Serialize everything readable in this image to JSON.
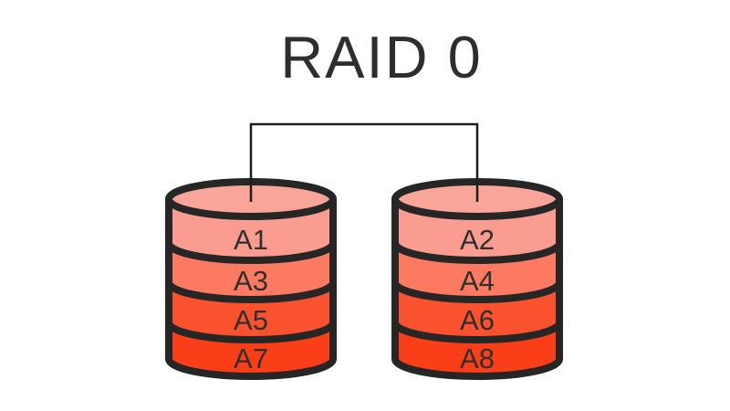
{
  "title": "RAID 0",
  "disks": [
    {
      "blocks": [
        "A1",
        "A3",
        "A5",
        "A7"
      ]
    },
    {
      "blocks": [
        "A2",
        "A4",
        "A6",
        "A8"
      ]
    }
  ],
  "colors": {
    "background": "#ffffff",
    "outline": "#262626",
    "connector": "#1d1d1d",
    "title_text": "#2e2e2e",
    "label_text": "#2f2f2f",
    "disk_top_face": "#faa59a",
    "stripes": [
      "#fa9c8f",
      "#fb7a61",
      "#fa512f",
      "#f93e18"
    ]
  }
}
